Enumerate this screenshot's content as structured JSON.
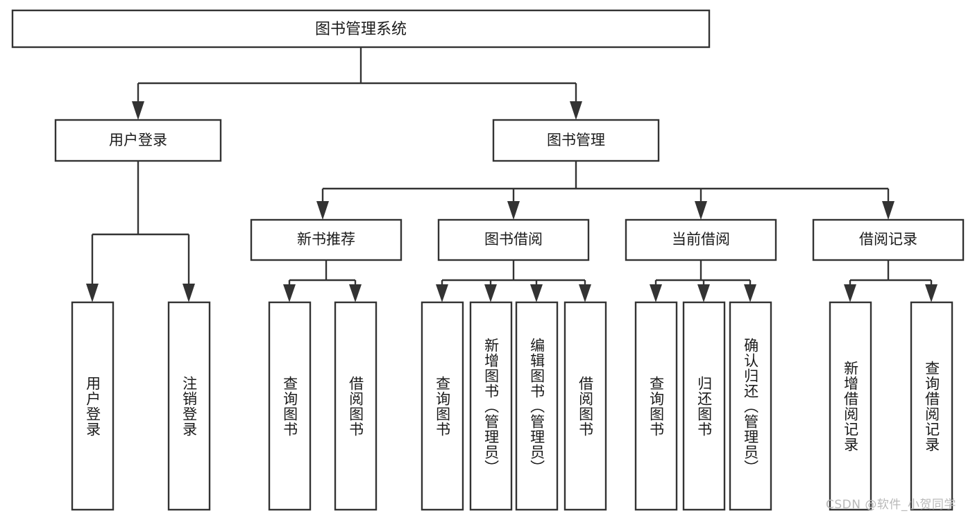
{
  "diagram": {
    "type": "tree",
    "title": "图书管理系统",
    "orientation": "top-down",
    "colors": {
      "stroke": "#333333",
      "box_fill": "#ffffff",
      "text": "#1a1a1a",
      "background": "#ffffff",
      "watermark": "#b9b9b9"
    },
    "root": {
      "label": "图书管理系统"
    },
    "level2": [
      {
        "label": "用户登录"
      },
      {
        "label": "图书管理"
      }
    ],
    "level3": [
      {
        "label": "新书推荐"
      },
      {
        "label": "图书借阅"
      },
      {
        "label": "当前借阅"
      },
      {
        "label": "借阅记录"
      }
    ],
    "leaves": {
      "user_login": [
        {
          "label": "用户登录"
        },
        {
          "label": "注销登录"
        }
      ],
      "new_book_recommend": [
        {
          "label": "查询图书"
        },
        {
          "label": "借阅图书"
        }
      ],
      "book_borrow": [
        {
          "label": "查询图书"
        },
        {
          "label": "新增图书（管理员）"
        },
        {
          "label": "编辑图书（管理员）"
        },
        {
          "label": "借阅图书"
        }
      ],
      "current_borrow": [
        {
          "label": "查询图书"
        },
        {
          "label": "归还图书"
        },
        {
          "label": "确认归还（管理员）"
        }
      ],
      "borrow_record": [
        {
          "label": "新增借阅记录"
        },
        {
          "label": "查询借阅记录"
        }
      ]
    },
    "watermark": "CSDN @软件_小贺同学"
  }
}
